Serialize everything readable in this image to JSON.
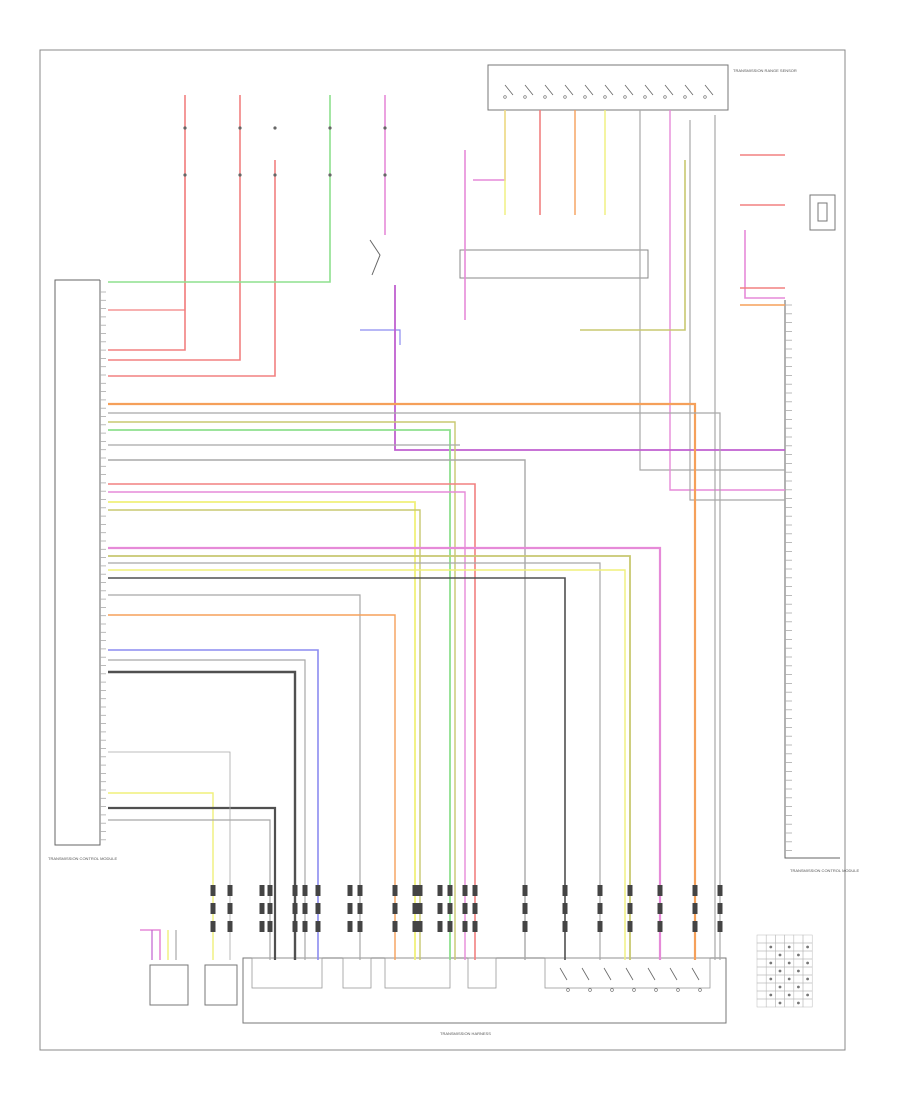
{
  "diagram": {
    "footer_code": "",
    "modules": {
      "left_module_caption": "TRANSMISSION CONTROL MODULE",
      "right_module_caption": "TRANSMISSION CONTROL MODULE",
      "bottom_harness_caption": "TRANSMISSION HARNESS",
      "top_right_connector_caption": "TRANSMISSION RANGE SENSOR"
    },
    "colors": {
      "red": "#f28080",
      "pink": "#e68ad8",
      "green": "#8ee08e",
      "orange": "#f5a05a",
      "yellow": "#f0f07a",
      "olive": "#c8c870",
      "gray": "#a8a8a8",
      "blue": "#8c8cf0",
      "violet": "#c060d0",
      "dark": "#505050",
      "line": "#555555"
    }
  }
}
